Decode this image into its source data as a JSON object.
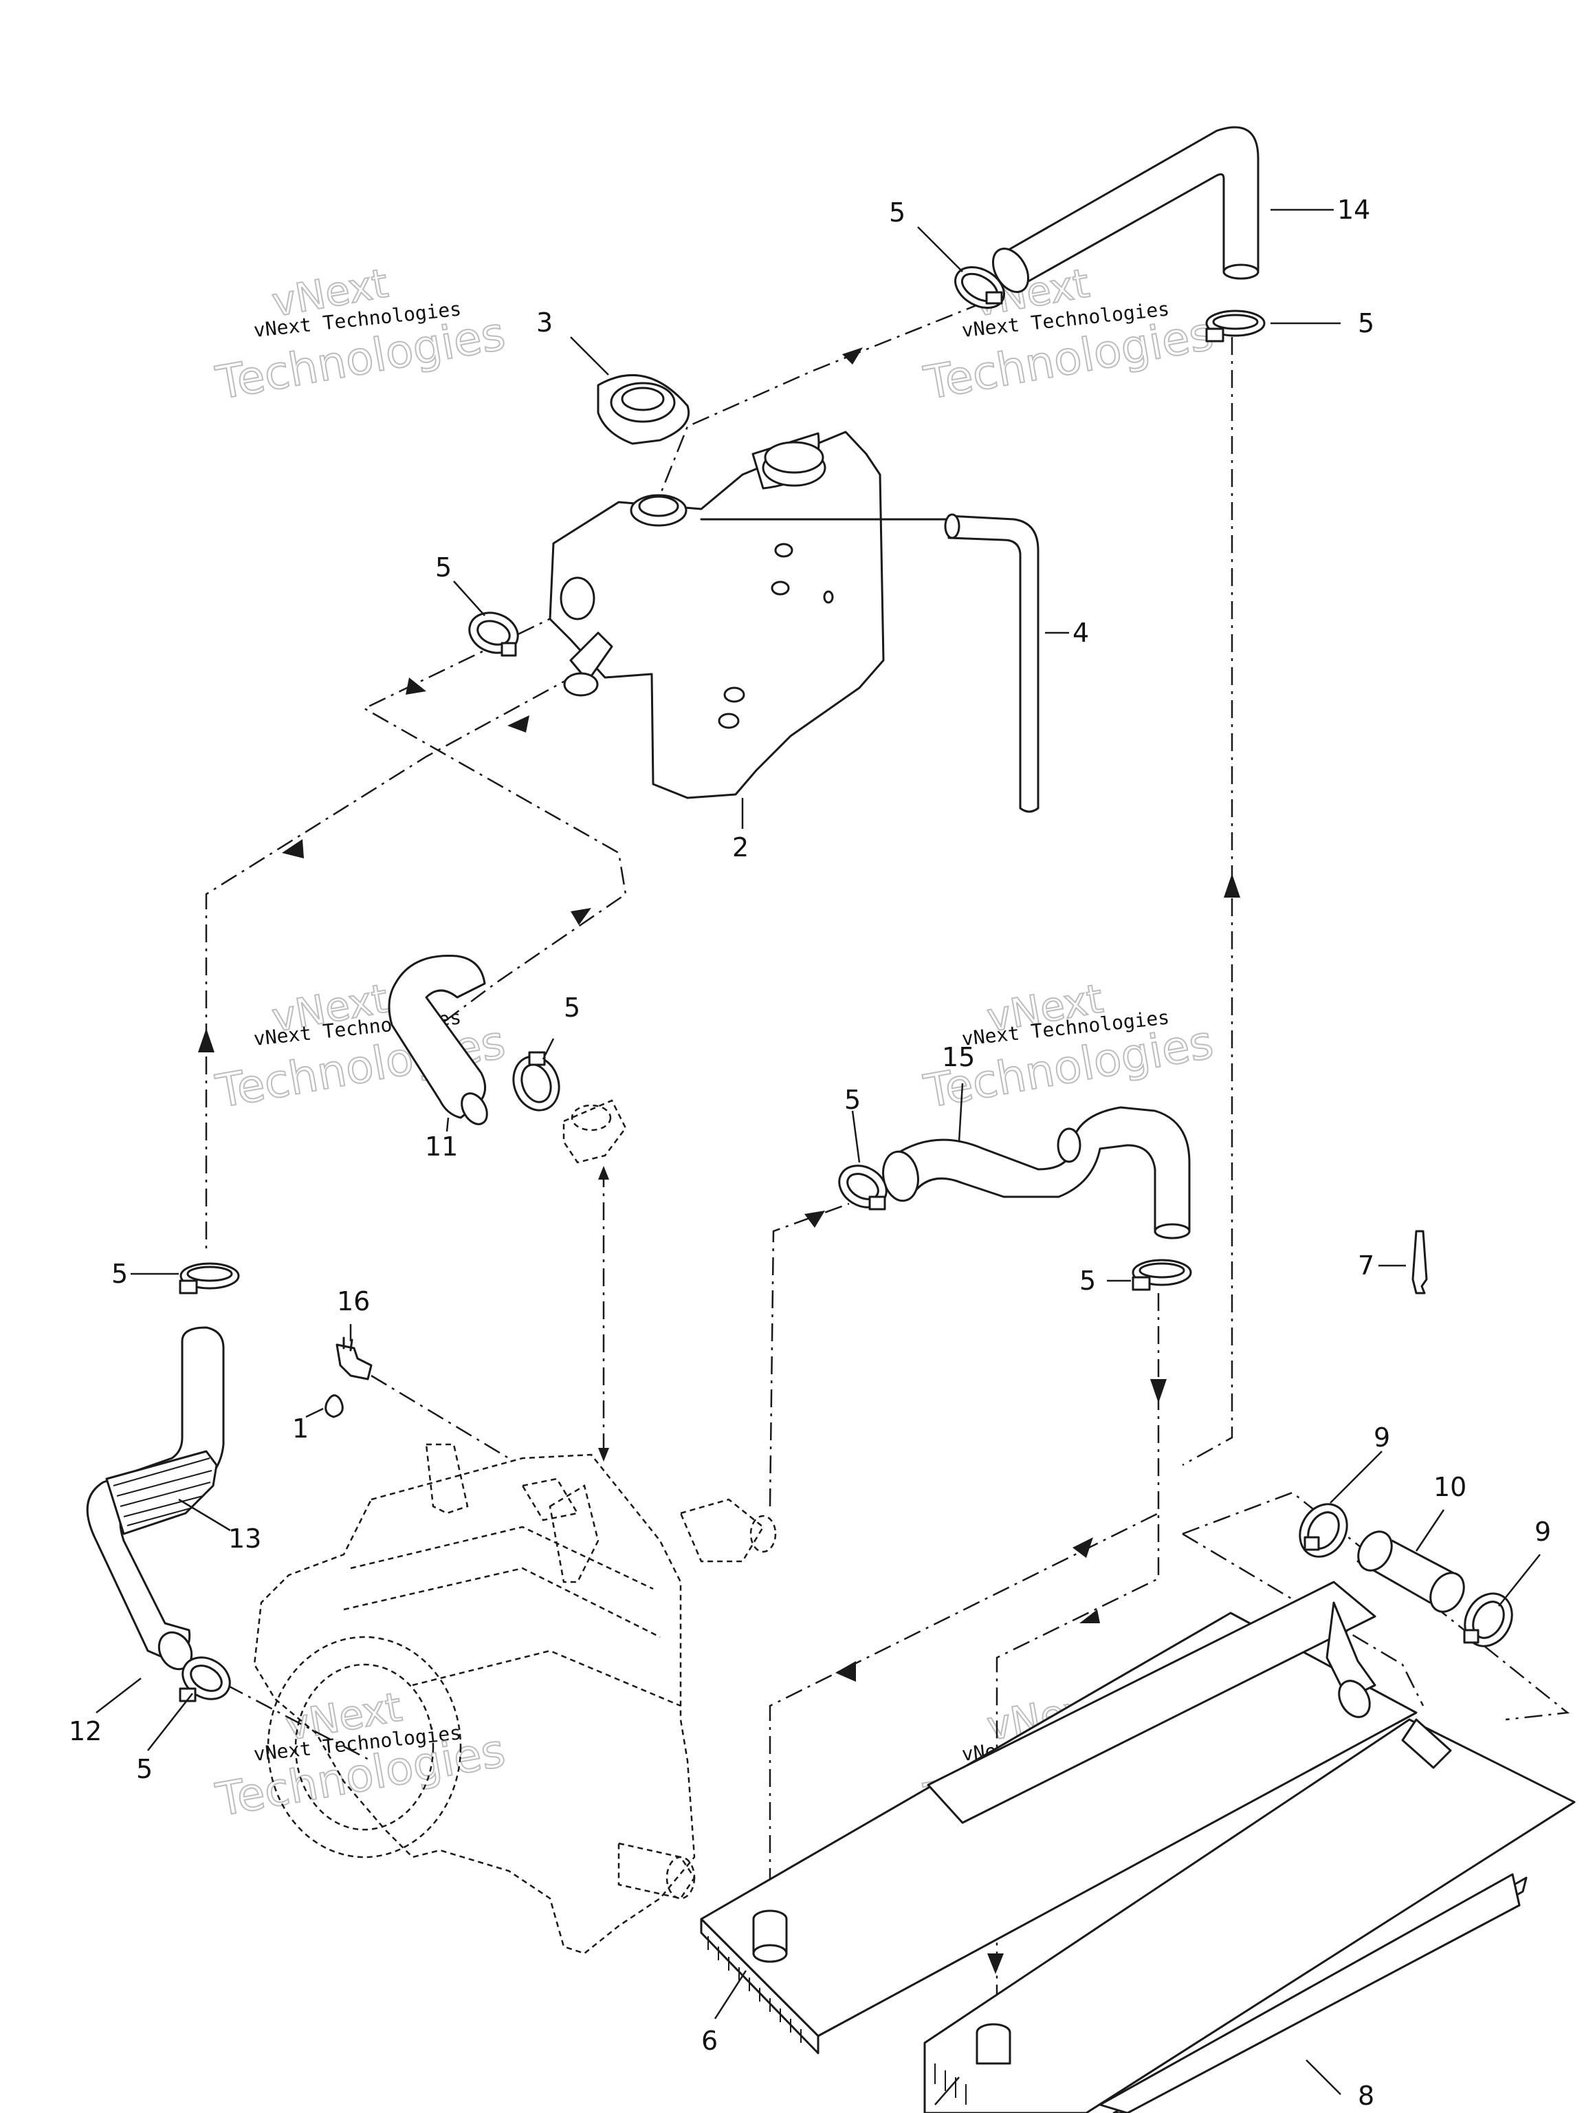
{
  "callouts": {
    "c1": "1",
    "c2": "2",
    "c3": "3",
    "c4": "4",
    "c5a": "5",
    "c5b": "5",
    "c5c": "5",
    "c5d": "5",
    "c5e": "5",
    "c5f": "5",
    "c5g": "5",
    "c5h": "5",
    "c6": "6",
    "c7": "7",
    "c8": "8",
    "c9a": "9",
    "c9b": "9",
    "c10": "10",
    "c11": "11",
    "c12": "12",
    "c13": "13",
    "c14": "14",
    "c15": "15",
    "c16": "16"
  },
  "watermark": {
    "line1": "vNext",
    "line2": "vNext Technologies",
    "line3": "Technologies"
  },
  "colors": {
    "ink": "#1a1a1a",
    "watermark": "#bdbdbd"
  }
}
